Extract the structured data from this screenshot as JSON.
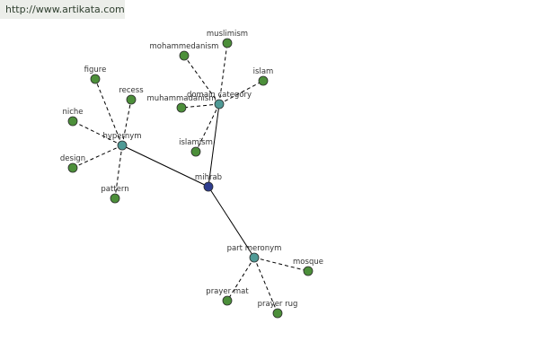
{
  "source_url": "http://www.artikata.com",
  "colors": {
    "center": "#2e3d8f",
    "relation": "#4f9a96",
    "leaf": "#4c8f3a",
    "background": "#ffffff",
    "banner": "#eceeea"
  },
  "graph": {
    "center": {
      "id": "mihrab",
      "label": "mihrab"
    },
    "relations": [
      {
        "id": "hypernym",
        "label": "hypernym",
        "terms": [
          "figure",
          "recess",
          "niche",
          "design",
          "pattern"
        ]
      },
      {
        "id": "domain-category",
        "label": "domain category",
        "terms": [
          "mohammedanism",
          "muslimism",
          "islam",
          "muhammadanism",
          "islamism"
        ]
      },
      {
        "id": "part-meronym",
        "label": "part meronym",
        "terms": [
          "mosque",
          "prayer mat",
          "prayer rug"
        ]
      }
    ]
  }
}
